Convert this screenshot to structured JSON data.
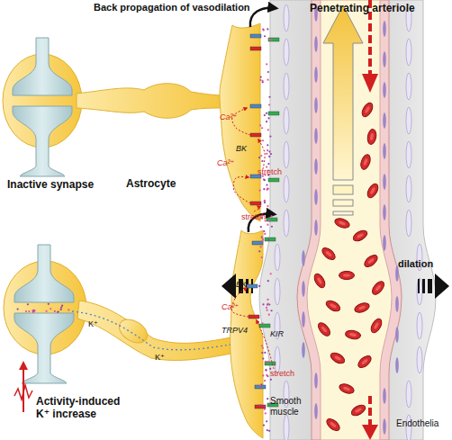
{
  "diagram": {
    "nodes": [
      {
        "text": [
          "Inactive synapse"
        ]
      },
      {
        "text": [
          "Activity-induced K⁺ increase"
        ]
      },
      {
        "text": [
          "Penetrating arteriole"
        ]
      },
      {
        "text": [
          "Smooth muscle"
        ],
        "in": 2
      },
      {
        "text": [
          "Endothelia"
        ],
        "in": 2
      }
    ],
    "labels": [
      "Back propagation of vasodilation",
      "Astrocyte",
      "Ca²⁺",
      "Ca²⁺",
      "BK",
      "stretch",
      "stretch",
      "BK",
      "Ca²⁺",
      "TRPV4",
      "KIR",
      "stretch",
      "K⁺",
      "K⁺",
      "dilation"
    ]
  }
}
